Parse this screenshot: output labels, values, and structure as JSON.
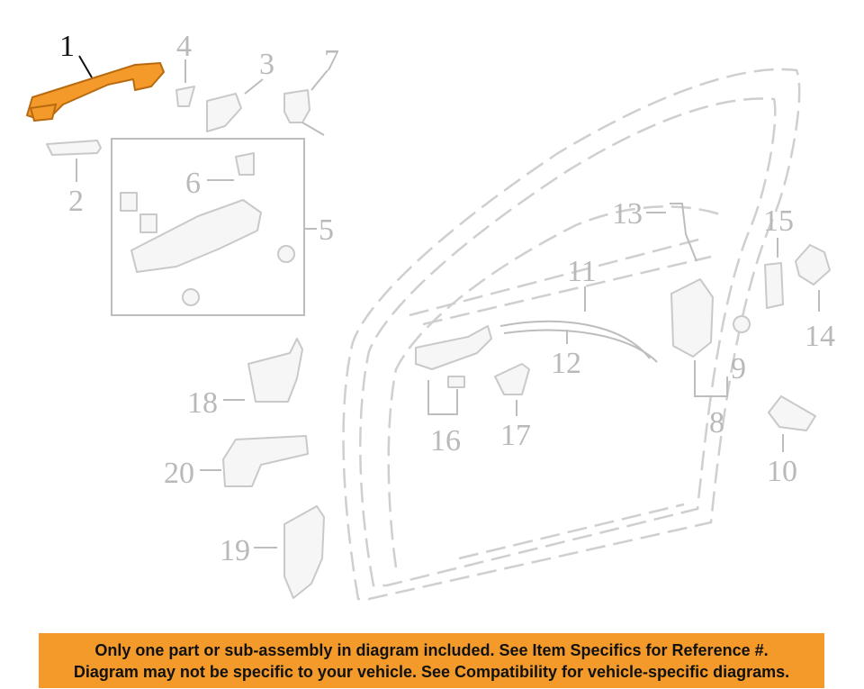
{
  "diagram": {
    "highlight_color": "#f39a2a",
    "callouts": {
      "c1": "1",
      "c2": "2",
      "c3": "3",
      "c4": "4",
      "c5": "5",
      "c6": "6",
      "c7": "7",
      "c8": "8",
      "c9": "9",
      "c10": "10",
      "c11": "11",
      "c12": "12",
      "c13": "13",
      "c14": "14",
      "c15": "15",
      "c16": "16",
      "c17": "17",
      "c18": "18",
      "c19": "19",
      "c20": "20"
    }
  },
  "notice": {
    "line1": "Only one part or sub-assembly in diagram included. See Item Specifics for Reference #.",
    "line2": "Diagram may not be specific to your vehicle. See Compatibility for vehicle-specific diagrams.",
    "background": "#f39a2a"
  }
}
